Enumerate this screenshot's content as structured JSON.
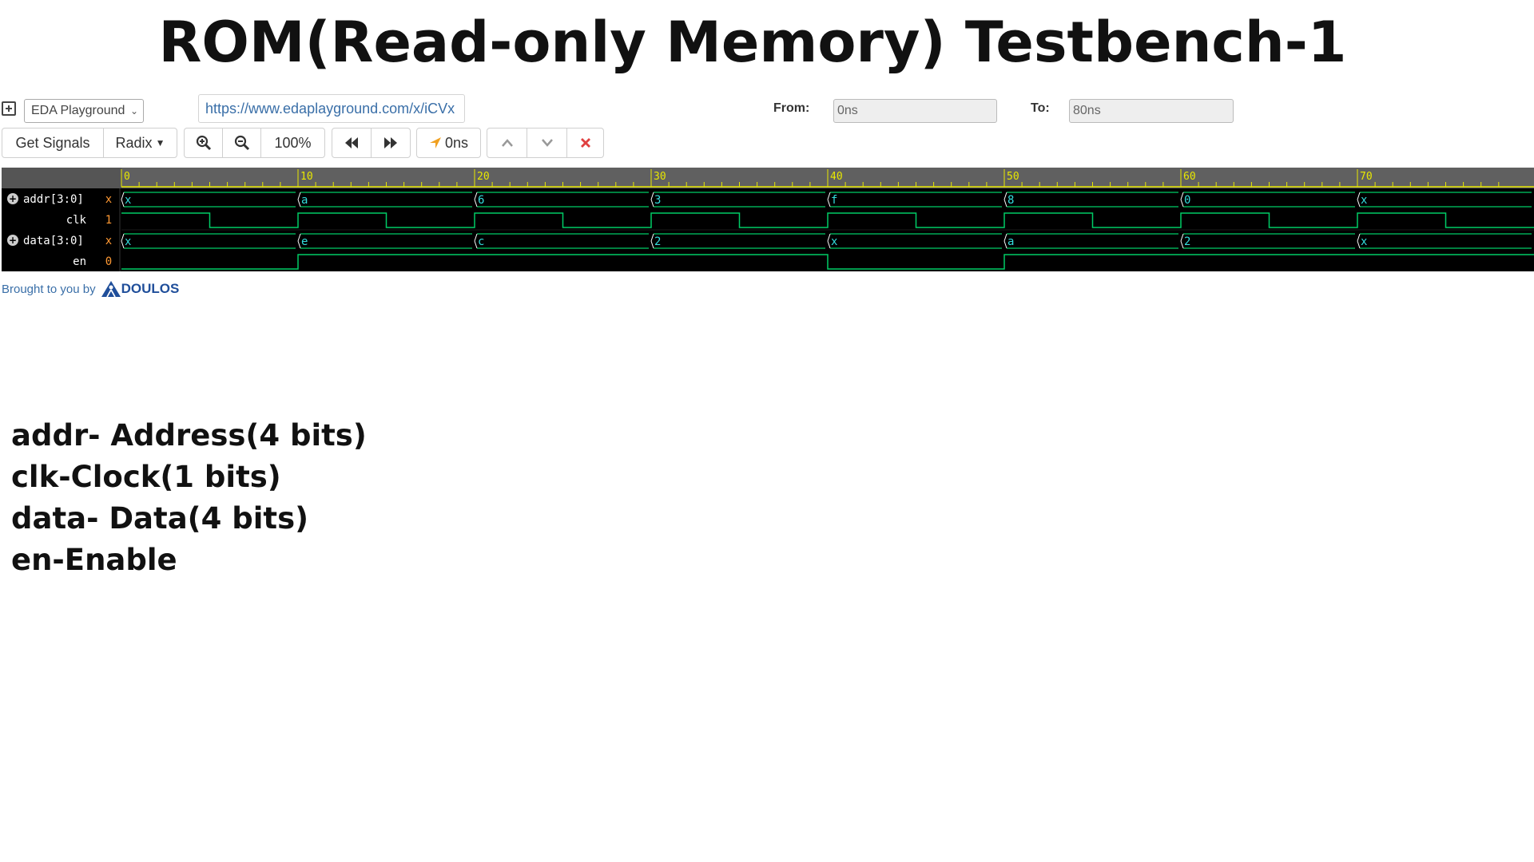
{
  "title": "ROM(Read-only Memory) Testbench-1",
  "topbar": {
    "playground_select": "EDA Playground",
    "url": "https://www.edaplayground.com/x/iCVx",
    "from_label": "From:",
    "from_value": "0ns",
    "to_label": "To:",
    "to_value": "80ns"
  },
  "toolbar": {
    "get_signals": "Get Signals",
    "radix": "Radix",
    "zoom_level": "100%",
    "cursor_time": "0ns"
  },
  "waveform": {
    "time_ticks": [
      "0",
      "10",
      "20",
      "30",
      "40",
      "50",
      "60",
      "70"
    ],
    "signals": [
      {
        "name": "addr[3:0]",
        "value": "x",
        "expandable": true,
        "type": "bus",
        "segments": [
          "x",
          "a",
          "6",
          "3",
          "f",
          "8",
          "0",
          "x"
        ]
      },
      {
        "name": "clk",
        "value": "1",
        "expandable": false,
        "type": "clock"
      },
      {
        "name": "data[3:0]",
        "value": "x",
        "expandable": true,
        "type": "bus",
        "segments": [
          "x",
          "e",
          "c",
          "2",
          "x",
          "a",
          "2",
          "x"
        ]
      },
      {
        "name": "en",
        "value": "0",
        "expandable": false,
        "type": "bit",
        "levels": [
          0,
          1,
          1,
          1,
          0,
          1,
          1,
          1
        ]
      }
    ],
    "colors": {
      "background": "#000000",
      "ruler": "#606060",
      "tick": "#e8e800",
      "wave": "#00cc66",
      "bus_text": "#33dddd",
      "value": "#ff9933"
    }
  },
  "footer": {
    "brought_text": "Brought to you by",
    "logo_text": "DOULOS"
  },
  "legend": [
    "addr- Address(4 bits)",
    "clk-Clock(1 bits)",
    "data- Data(4 bits)",
    "en-Enable"
  ]
}
